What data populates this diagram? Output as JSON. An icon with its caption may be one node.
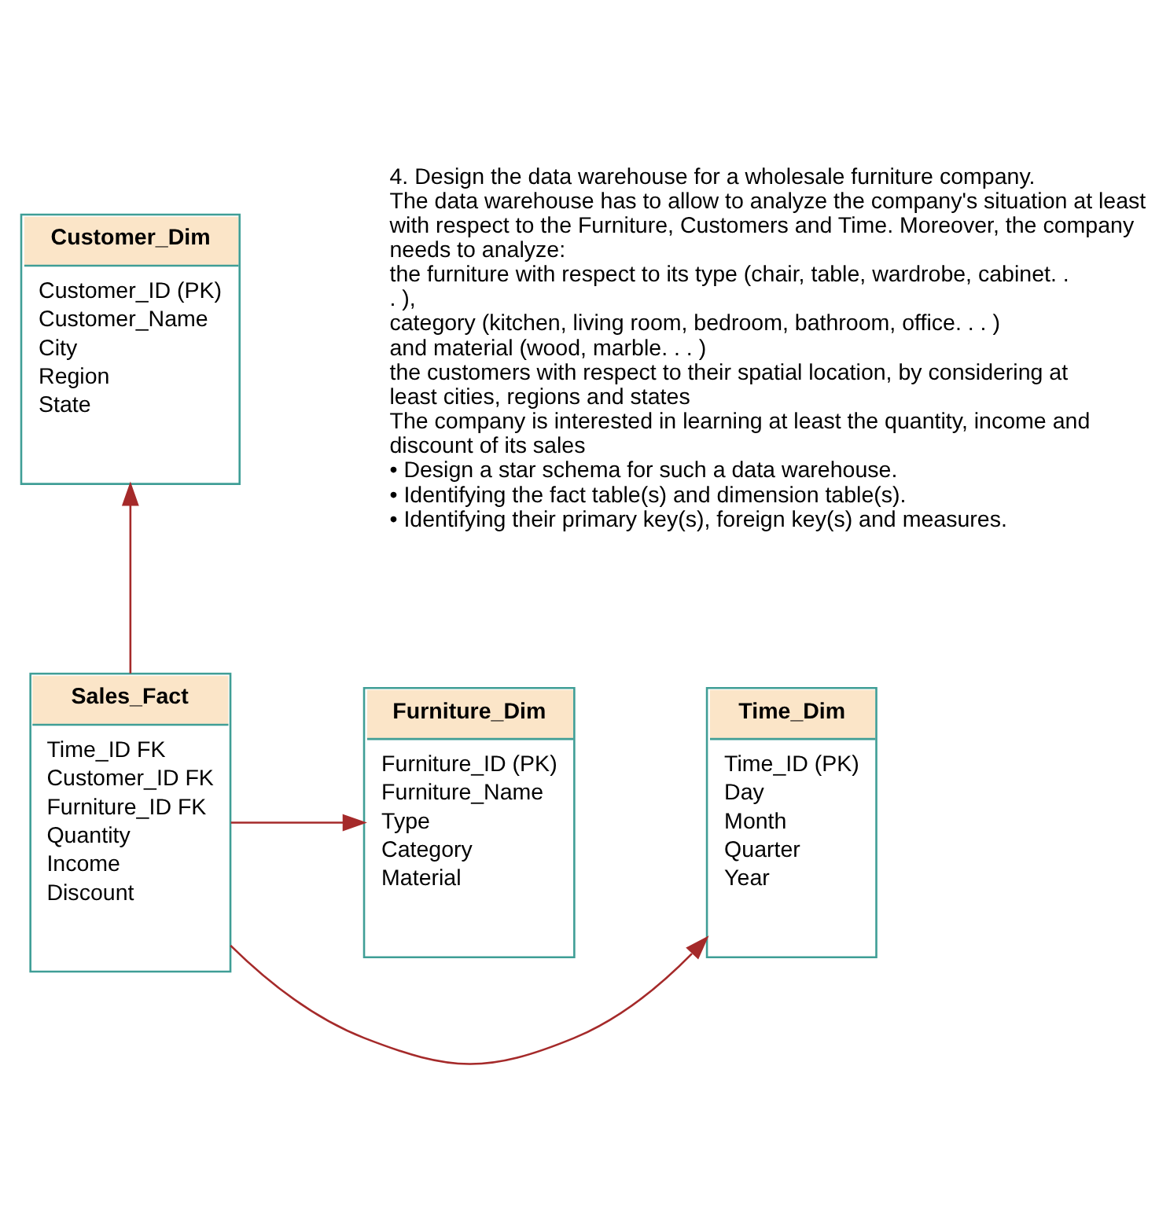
{
  "diagram": {
    "nodes": [
      {
        "text": [
          "Customer_Dim",
          "Customer_ID (PK)",
          "Customer_Name",
          "City",
          "Region",
          "State"
        ]
      },
      {
        "text": [
          "Time_Dim",
          "Time_ID (PK)",
          "Day",
          "Month",
          "Quarter",
          "Year"
        ]
      },
      {
        "text": [
          "Sales_Fact",
          "Time_ID FK",
          "Customer_ID FK",
          "Furniture_ID FK",
          "Quantity",
          "Income",
          "Discount"
        ]
      },
      {
        "text": [
          "Furniture_Dim",
          "Furniture_ID (PK)",
          "Furniture_Name",
          "Type",
          "Category",
          "Material"
        ]
      }
    ],
    "edges": [
      {
        "from": 2,
        "to": 0,
        "arrow": "to"
      },
      {
        "from": 2,
        "to": 1,
        "arrow": "to"
      },
      {
        "from": 2,
        "to": 3,
        "arrow": "to"
      }
    ],
    "labels": [
      "4. Design the data warehouse for a wholesale furniture company.",
      "The data warehouse has to allow to analyze the company's situation at least with respect to the Furniture, Customers and Time. Moreover, the company needs to analyze:",
      "the furniture with respect to its type (chair, table, wardrobe, cabinet. . . ),",
      "category (kitchen, living room, bedroom, bathroom, office. . . )",
      "and material (wood, marble. . . )",
      "the customers with respect to their spatial location, by considering at least cities, regions and states",
      "The company is interested in learning at least the quantity, income and discount of its sales",
      "• Design a star schema for such a data warehouse.",
      "• Identifying the fact table(s) and dimension table(s).",
      "• Identifying their primary key(s), foreign key(s) and measures."
    ]
  }
}
